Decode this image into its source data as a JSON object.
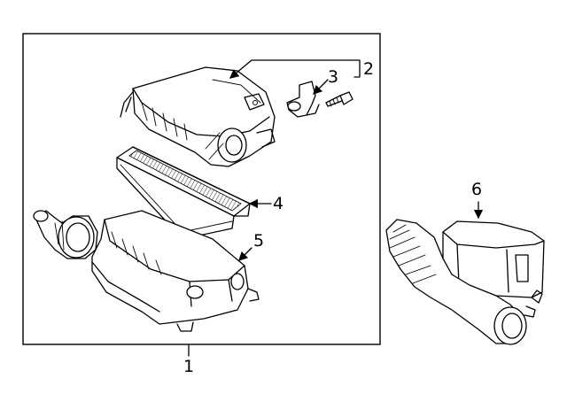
{
  "diagram": {
    "callouts": {
      "assembly": "1",
      "upper_cover": "2",
      "sensor": "3",
      "filter": "4",
      "lower_case": "5",
      "intake_duct": "6"
    }
  }
}
